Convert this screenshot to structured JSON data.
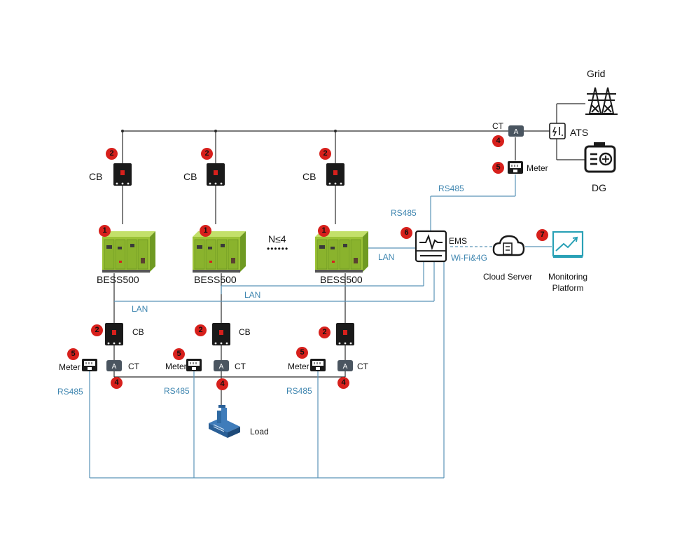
{
  "labels": {
    "grid": "Grid",
    "ats": "ATS",
    "dg": "DG",
    "ct": "CT",
    "cb": "CB",
    "meter": "Meter",
    "rs485": "RS485",
    "lan": "LAN",
    "wifi4g": "Wi-Fi&4G",
    "ems": "EMS",
    "cloud_server": "Cloud Server",
    "monitoring_platform_1": "Monitoring",
    "monitoring_platform_2": "Platform",
    "bess": "BESS500",
    "n_limit": "N≤4",
    "dots": "••••••",
    "load": "Load",
    "ct_glyph": "A"
  },
  "badges": {
    "bess": "1",
    "cb": "2",
    "ct": "4",
    "meter": "5",
    "ems": "6",
    "monitoring": "7"
  },
  "colors": {
    "line": "#2b2b2b",
    "comm": "#5a94b8",
    "badge": "#d7201c",
    "container_green": "#a7cf3a",
    "breaker": "#1a1a1a",
    "load_blue": "#2f6aa3",
    "monitor_teal": "#2aa1b6"
  },
  "icons": {
    "grid": "transmission-tower-icon",
    "ats": "ats-switch-icon",
    "dg": "diesel-generator-icon",
    "ct": "current-transformer-icon",
    "meter": "meter-icon",
    "cb": "circuit-breaker-icon",
    "bess": "battery-container-icon",
    "ems": "ems-monitor-icon",
    "cloud": "cloud-server-icon",
    "monitoring": "monitoring-platform-icon",
    "load": "factory-load-icon"
  }
}
